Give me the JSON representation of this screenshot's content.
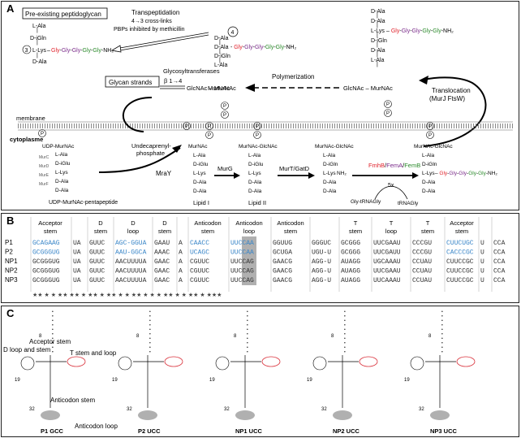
{
  "panelA": {
    "label": "A",
    "box_peptidoglycan": "Pre-existing peptidoglycan",
    "transpeptidation": "Transpeptidation",
    "crosslinks": "4→3 cross-links",
    "pbp": "PBPs inhibited by methicillin",
    "glyco": "Glycosyltransferases",
    "beta": "β 1→4",
    "glycan": "Glycan strands",
    "polymerization": "Polymerization",
    "translocation": "Translocation",
    "translocation2": "(MurJ FtsW)",
    "membrane": "membrane",
    "cytoplasme": "cytoplasme",
    "udp_murnac": "UDP-MurNAc",
    "und_p1": "Undecaprenyl-",
    "und_p2": "phosphate",
    "mray": "MraY",
    "murg": "MurG",
    "murt": "MurT/GatD",
    "lipid1": "Lipid I",
    "lipid2": "Lipid II",
    "pentapeptide": "UDP-MurNAc-pentapeptide",
    "murC": "MurC",
    "murD": "MurD",
    "murE": "MurE",
    "murF": "MurF",
    "fmh": "FmhB",
    "fema": "FemA",
    "femb": "FemB",
    "fivex": "5x",
    "gly_trna": "Gly-tRNAGly",
    "trna": "tRNAGly",
    "murnac": "MurNAc",
    "glcnac_murnac": "GlcNAc – MurNAc",
    "murnac_glcnac": "MurNAc-GlcNAc",
    "glcnac_murnac2": "GlcNAc – MurNAc",
    "dala": "D-Ala",
    "lala": "L-Ala",
    "dgln": "D-iGln",
    "dglu": "D-iGlu",
    "llys": "L-Lys",
    "nh2": "NH₂",
    "gly5": "Gly-Gly-Gly-Gly-Gly",
    "p": "P",
    "circle3": "3",
    "circle4": "4"
  },
  "panelB": {
    "label": "B",
    "headers": [
      [
        "Acceptor",
        "stem"
      ],
      [
        "",
        ""
      ],
      [
        "D",
        "stem"
      ],
      [
        "D",
        "loop"
      ],
      [
        "D",
        "stem"
      ],
      [
        "",
        ""
      ],
      [
        "Anticodon",
        "stem"
      ],
      [
        "Anticodon",
        "loop"
      ],
      [
        "Anticodon",
        "stem"
      ],
      [
        "",
        ""
      ],
      [
        "T",
        "stem"
      ],
      [
        "T",
        "loop"
      ],
      [
        "T",
        "stem"
      ],
      [
        "Acceptor",
        "stem"
      ],
      [
        "",
        ""
      ],
      [
        "",
        ""
      ]
    ],
    "rows": [
      {
        "name": "P1",
        "cells": [
          "GCAGAAG",
          "UA",
          "GUUC",
          "AGC-GGUA",
          "GAAU",
          "A",
          "CAACC",
          "UUCCAA",
          "GGUUG",
          "GGGUC",
          "GCGGG",
          "UUCGAAU",
          "CCCGU",
          "CUUCUGC",
          "U",
          "CCA"
        ]
      },
      {
        "name": "P2",
        "cells": [
          "GCGGGUG",
          "UA",
          "GUUC",
          "AAU-GGCA",
          "AAAC",
          "A",
          "UCAGC",
          "UUCCAA",
          "GCUGA",
          "UGU-U",
          "GCGGG",
          "UUCGAUU",
          "CCCGU",
          "CACCCGC",
          "U",
          "CCA"
        ]
      },
      {
        "name": "NP1",
        "cells": [
          "GCGGGUG",
          "UA",
          "GUUC",
          "AACUUUUA",
          "GAAC",
          "A",
          "CGUUC",
          "UUCCAG",
          "GAACG",
          "AGG-U",
          "AUAGG",
          "UGCAAAU",
          "CCUAU",
          "CUUCCGC",
          "U",
          "CCA"
        ]
      },
      {
        "name": "NP2",
        "cells": [
          "GCGGGUG",
          "UA",
          "GUUC",
          "AACUUUUA",
          "GAAC",
          "A",
          "CGUUC",
          "UUCCAG",
          "GAACG",
          "AGG-U",
          "AUAGG",
          "UUCGAAU",
          "CCUAU",
          "CUUCCGC",
          "U",
          "CCA"
        ]
      },
      {
        "name": "NP3",
        "cells": [
          "GCGGGUG",
          "UA",
          "GUUC",
          "AACUUUUA",
          "GAAC",
          "A",
          "CGUUC",
          "UUCCAG",
          "GAACG",
          "AGG-U",
          "AUAGG",
          "UUCAAAU",
          "CCUAU",
          "CUUCCGC",
          "U",
          "CCA"
        ]
      }
    ],
    "stars": "★★ ★ ★ ★★ ★★ ★ ★★ ★ ★★ ★ ★ ★★ ★ ★ ★ ★★ ★ ★ ★★ ★ ★★★"
  },
  "panelC": {
    "label": "C",
    "acceptor_stem": "Acceptor stem",
    "d_loop": "D loop and stem",
    "t_loop": "T stem and loop",
    "anticodon_stem": "Anticodon stem",
    "anticodon_loop": "Anticodon loop",
    "trnas": [
      {
        "name": "P1",
        "codon": "GCC"
      },
      {
        "name": "P2",
        "codon": "UCC"
      },
      {
        "name": "NP1",
        "codon": "UCC"
      },
      {
        "name": "NP2",
        "codon": "UCC"
      },
      {
        "name": "NP3",
        "codon": "UCC"
      }
    ],
    "num8": "8",
    "num19": "19",
    "num32": "32"
  },
  "colors": {
    "gly_red": "#e0202a",
    "gly_purple": "#7a2a8a",
    "gly_green": "#2a8a2a",
    "blue_nt": "#3a86c8",
    "red_nt": "#d9303a",
    "grey_box": "#b0b0b0"
  }
}
